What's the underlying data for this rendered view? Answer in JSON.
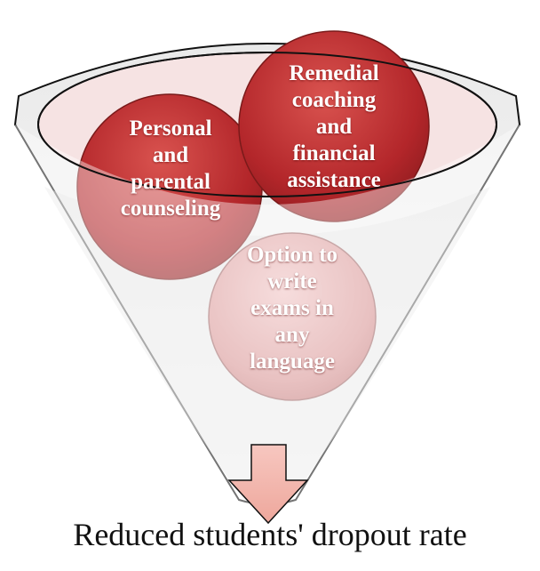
{
  "diagram": {
    "circles": [
      {
        "lines": [
          "Personal",
          "and",
          "parental",
          "counseling"
        ],
        "color": "#c0392b"
      },
      {
        "lines": [
          "Remedial",
          "coaching",
          "and",
          "financial",
          "assistance"
        ],
        "color": "#c0392b"
      },
      {
        "lines": [
          "Option to",
          "write",
          "exams in",
          "any",
          "language"
        ],
        "color": "#d98c8c"
      }
    ],
    "outcome": "Reduced students' dropout rate",
    "colors": {
      "funnel_rim": "#f4dede",
      "arrow_fill": "#f2b8b0",
      "outline": "#000000"
    }
  }
}
